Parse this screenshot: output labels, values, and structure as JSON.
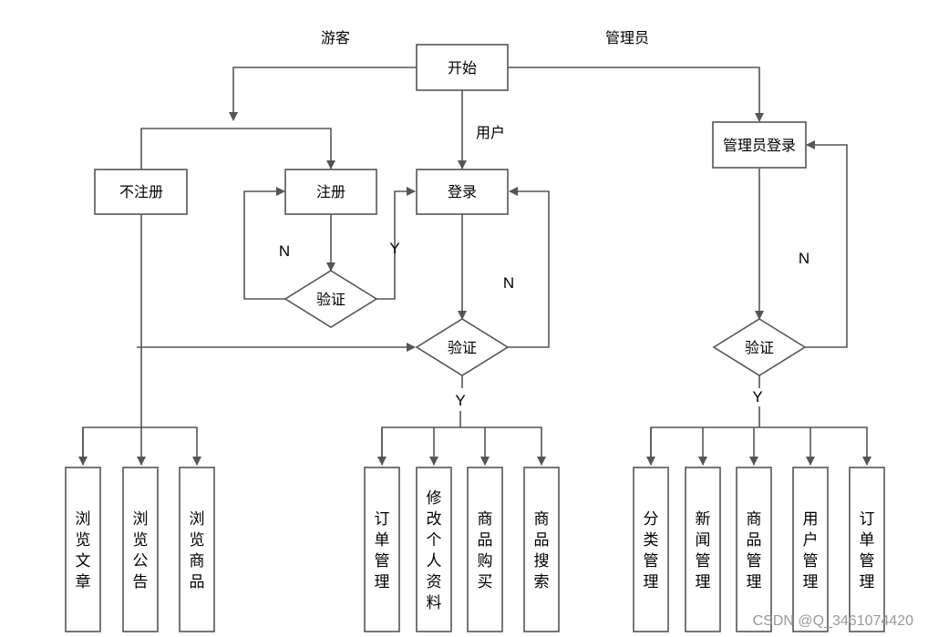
{
  "nodes": {
    "start": "开始",
    "no_register": "不注册",
    "register": "注册",
    "login": "登录",
    "admin_login": "管理员登录",
    "verify_register": "验证",
    "verify_login": "验证",
    "verify_admin": "验证"
  },
  "edges": {
    "guest": "游客",
    "user": "用户",
    "admin": "管理员",
    "reg_no": "N",
    "reg_yes": "Y",
    "login_no": "N",
    "login_yes": "Y",
    "admin_no": "N",
    "admin_yes": "Y"
  },
  "guest_functions": [
    "浏览文章",
    "浏览公告",
    "浏览商品"
  ],
  "user_functions": [
    "订单管理",
    "修改个人资料",
    "商品购买",
    "商品搜索"
  ],
  "admin_functions": [
    "分类管理",
    "新闻管理",
    "商品管理",
    "用户管理",
    "订单管理"
  ],
  "watermark": "CSDN @Q_3461074420",
  "colors": {
    "stroke": "#555555",
    "fill": "#ffffff",
    "text": "#000000"
  }
}
